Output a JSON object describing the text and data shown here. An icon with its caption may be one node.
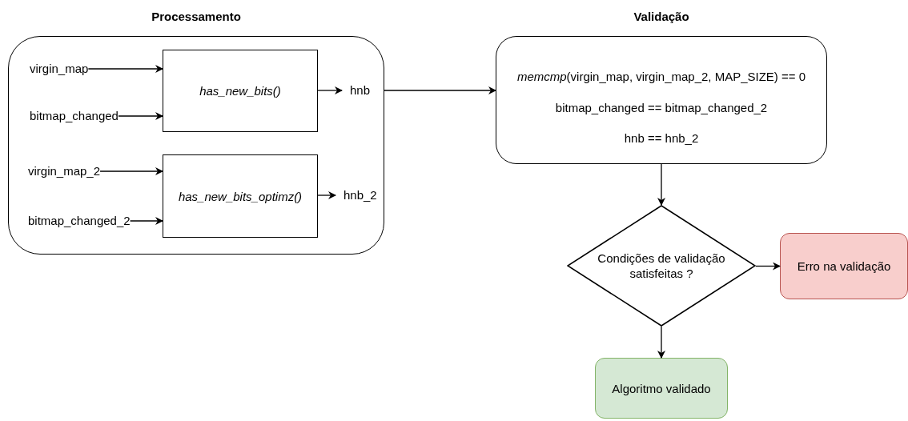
{
  "diagram": {
    "nodes": [
      {
        "text": [
          "Processamento"
        ]
      },
      {
        "text": [
          "virgin_map"
        ],
        "in": 0
      },
      {
        "text": [
          "has_new_bits()"
        ],
        "in": 0
      },
      {
        "text": [
          "bitmap_changed"
        ],
        "in": 0
      },
      {
        "text": [
          "hnb"
        ],
        "in": 0
      },
      {
        "text": [
          "virgin_map_2"
        ],
        "in": 0
      },
      {
        "text": [
          "has_new_bits_optimz()"
        ],
        "in": 0
      },
      {
        "text": [
          "bitmap_changed_2"
        ],
        "in": 0
      },
      {
        "text": [
          "hnb_2"
        ],
        "in": 0
      },
      {
        "text": [
          "Validação",
          "*memcmp*(virgin_map, virgin_map_2, MAP_SIZE) == 0",
          "bitmap_changed == bitmap_changed_2",
          "hnb == hnb_2"
        ]
      },
      {
        "text": [
          "Condições de validação satisfeitas ?"
        ]
      },
      {
        "text": [
          "Erro na validação"
        ]
      },
      {
        "text": [
          "Algoritmo validado"
        ]
      }
    ],
    "edges": [
      {
        "from": 1,
        "to": 2,
        "arrow": "to"
      },
      {
        "from": 3,
        "to": 2,
        "arrow": "to"
      },
      {
        "from": 2,
        "to": 4,
        "arrow": "to"
      },
      {
        "from": 5,
        "to": 6,
        "arrow": "to"
      },
      {
        "from": 7,
        "to": 6,
        "arrow": "to"
      },
      {
        "from": 6,
        "to": 8,
        "arrow": "to"
      },
      {
        "from": 0,
        "to": 9,
        "arrow": "to"
      },
      {
        "from": 9,
        "to": 10,
        "arrow": "to"
      },
      {
        "from": 10,
        "to": 11,
        "arrow": "to"
      },
      {
        "from": 10,
        "to": 12,
        "arrow": "to"
      }
    ]
  }
}
